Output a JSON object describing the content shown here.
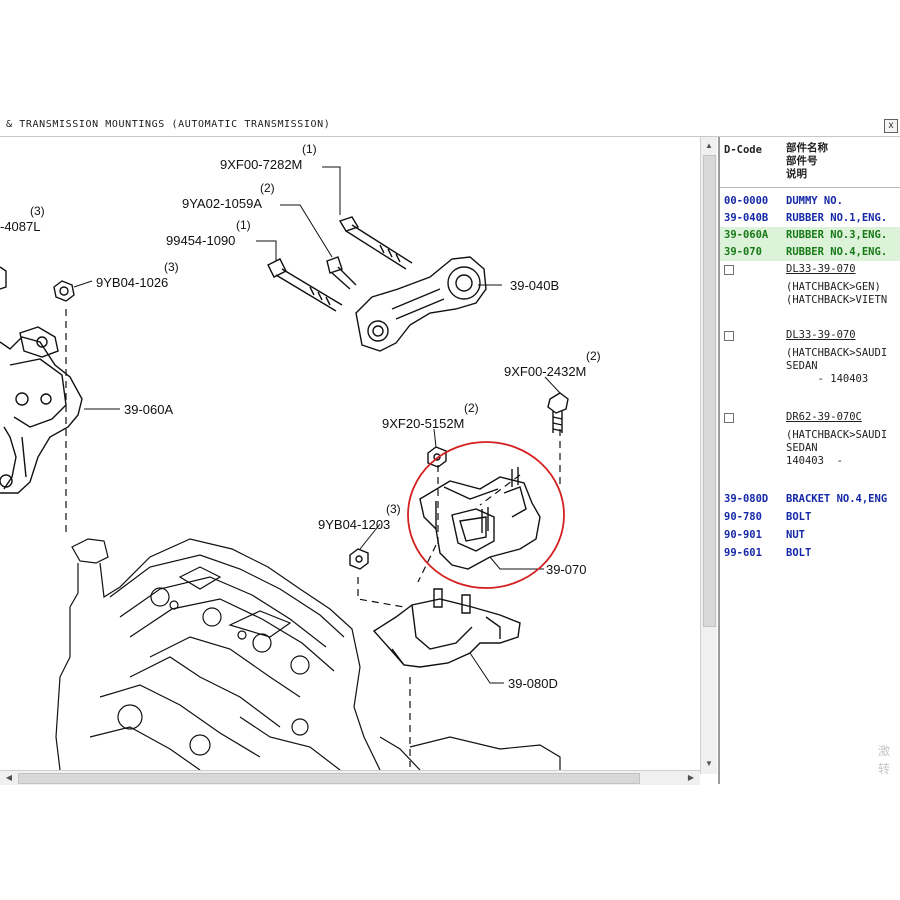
{
  "window": {
    "title": "& TRANSMISSION MOUNTINGS (AUTOMATIC TRANSMISSION)",
    "close_label": "x"
  },
  "diagram": {
    "labels": [
      {
        "id": "p1",
        "qty": "(1)",
        "code": "9XF00-7282M"
      },
      {
        "id": "p2",
        "qty": "(2)",
        "code": "9YA02-1059A"
      },
      {
        "id": "p3",
        "qty": "(1)",
        "code": "99454-1090"
      },
      {
        "id": "p4",
        "qty": "(3)",
        "code": "-4087L"
      },
      {
        "id": "p5",
        "qty": "(3)",
        "code": "9YB04-1026"
      },
      {
        "id": "p6",
        "qty": "",
        "code": "39-040B"
      },
      {
        "id": "p7",
        "qty": "",
        "code": "39-060A"
      },
      {
        "id": "p8",
        "qty": "(2)",
        "code": "9XF00-2432M"
      },
      {
        "id": "p9",
        "qty": "(2)",
        "code": "9XF20-5152M"
      },
      {
        "id": "p10",
        "qty": "(3)",
        "code": "9YB04-1203"
      },
      {
        "id": "p11",
        "qty": "",
        "code": "39-070"
      },
      {
        "id": "p12",
        "qty": "",
        "code": "39-080D"
      }
    ],
    "highlight_color": "#d42020"
  },
  "parts": {
    "header": {
      "code": "D-Code",
      "name_lines": [
        "部件名称",
        "部件号",
        "说明"
      ]
    },
    "rows": [
      {
        "code": "00-0000",
        "name": "DUMMY NO.",
        "style": "blue"
      },
      {
        "code": "39-040B",
        "name": "RUBBER NO.1,ENG.",
        "style": "blue"
      },
      {
        "code": "39-060A",
        "name": "RUBBER NO.3,ENG.",
        "style": "green"
      },
      {
        "code": "39-070",
        "name": "RUBBER NO.4,ENG.",
        "style": "green"
      }
    ],
    "variants": [
      {
        "part": "DL33-39-070",
        "lines": [
          "(HATCHBACK>GEN)",
          "(HATCHBACK>VIETN"
        ]
      },
      {
        "part": "DL33-39-070",
        "lines": [
          "(HATCHBACK>SAUDI",
          "SEDAN",
          "     - 140403"
        ]
      },
      {
        "part": "DR62-39-070C",
        "lines": [
          "(HATCHBACK>SAUDI",
          "SEDAN",
          "140403  -"
        ]
      }
    ],
    "rows2": [
      {
        "code": "39-080D",
        "name": "BRACKET NO.4,ENG",
        "style": "blue"
      },
      {
        "code": "90-780",
        "name": "BOLT",
        "style": "blue"
      },
      {
        "code": "90-901",
        "name": "NUT",
        "style": "blue"
      },
      {
        "code": "99-601",
        "name": "BOLT",
        "style": "blue"
      }
    ],
    "colors": {
      "blue": "#1528a8",
      "green_bg": "#dcf2d9",
      "green_text": "#177a17"
    }
  },
  "watermark": {
    "line1": "激",
    "line2": "转"
  }
}
